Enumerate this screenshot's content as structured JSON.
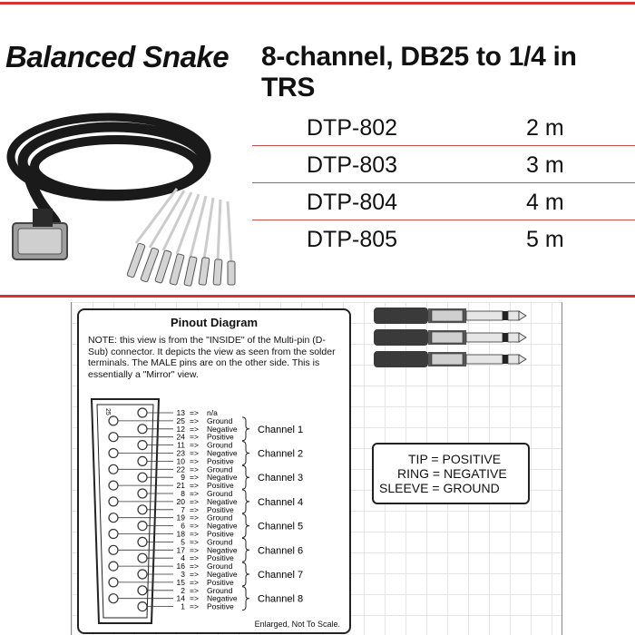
{
  "header": {
    "title_left": "Balanced Snake",
    "title_right": "8-channel, DB25 to 1/4 in TRS"
  },
  "products": [
    {
      "model": "DTP-802",
      "length": "2 m"
    },
    {
      "model": "DTP-803",
      "length": "3 m"
    },
    {
      "model": "DTP-804",
      "length": "4 m"
    },
    {
      "model": "DTP-805",
      "length": "5 m"
    }
  ],
  "pinout": {
    "title": "Pinout Diagram",
    "note": "NOTE: this view is from the \"INSIDE\" of the Multi-pin (D-Sub) connector.  It depicts the view as seen from the solder terminals.  The MALE pins are on the other side.  This is essentially a \"Mirror\" view.",
    "pin_label_25": "25",
    "pin_label_13": "13",
    "pin_na": {
      "pin": "13",
      "arrow": "=>",
      "label": "n/a"
    },
    "channels": [
      {
        "name": "Channel 1",
        "pins": [
          {
            "pin": "25",
            "arrow": "=>",
            "label": "Ground"
          },
          {
            "pin": "12",
            "arrow": "=>",
            "label": "Negative"
          },
          {
            "pin": "24",
            "arrow": "=>",
            "label": "Positive"
          }
        ]
      },
      {
        "name": "Channel 2",
        "pins": [
          {
            "pin": "11",
            "arrow": "=>",
            "label": "Ground"
          },
          {
            "pin": "23",
            "arrow": "=>",
            "label": "Negative"
          },
          {
            "pin": "10",
            "arrow": "=>",
            "label": "Positive"
          }
        ]
      },
      {
        "name": "Channel 3",
        "pins": [
          {
            "pin": "22",
            "arrow": "=>",
            "label": "Ground"
          },
          {
            "pin": "9",
            "arrow": "=>",
            "label": "Negative"
          },
          {
            "pin": "21",
            "arrow": "=>",
            "label": "Positive"
          }
        ]
      },
      {
        "name": "Channel 4",
        "pins": [
          {
            "pin": "8",
            "arrow": "=>",
            "label": "Ground"
          },
          {
            "pin": "20",
            "arrow": "=>",
            "label": "Negative"
          },
          {
            "pin": "7",
            "arrow": "=>",
            "label": "Positive"
          }
        ]
      },
      {
        "name": "Channel 5",
        "pins": [
          {
            "pin": "19",
            "arrow": "=>",
            "label": "Ground"
          },
          {
            "pin": "6",
            "arrow": "=>",
            "label": "Negative"
          },
          {
            "pin": "18",
            "arrow": "=>",
            "label": "Positive"
          }
        ]
      },
      {
        "name": "Channel 6",
        "pins": [
          {
            "pin": "5",
            "arrow": "=>",
            "label": "Ground"
          },
          {
            "pin": "17",
            "arrow": "=>",
            "label": "Negative"
          },
          {
            "pin": "4",
            "arrow": "=>",
            "label": "Positive"
          }
        ]
      },
      {
        "name": "Channel 7",
        "pins": [
          {
            "pin": "16",
            "arrow": "=>",
            "label": "Ground"
          },
          {
            "pin": "3",
            "arrow": "=>",
            "label": "Negative"
          },
          {
            "pin": "15",
            "arrow": "=>",
            "label": "Positive"
          }
        ]
      },
      {
        "name": "Channel 8",
        "pins": [
          {
            "pin": "2",
            "arrow": "=>",
            "label": "Ground"
          },
          {
            "pin": "14",
            "arrow": "=>",
            "label": "Negative"
          },
          {
            "pin": "1",
            "arrow": "=>",
            "label": "Positive"
          }
        ]
      }
    ],
    "footer": "Enlarged, Not To Scale."
  },
  "legend": {
    "tip": {
      "name": "TIP",
      "eq": "=",
      "value": "POSITIVE"
    },
    "ring": {
      "name": "RING",
      "eq": "=",
      "value": "NEGATIVE"
    },
    "sleeve": {
      "name": "SLEEVE",
      "eq": "=",
      "value": "GROUND"
    }
  },
  "colors": {
    "accent_red": "#d9312b",
    "row_rule": "#c9504a",
    "cable_black": "#1a1a1a",
    "connector_gray": "#bdbdbd"
  },
  "icons": {
    "cable": "db25-snake-cable-icon",
    "plugs": "trs-plug-icon"
  }
}
